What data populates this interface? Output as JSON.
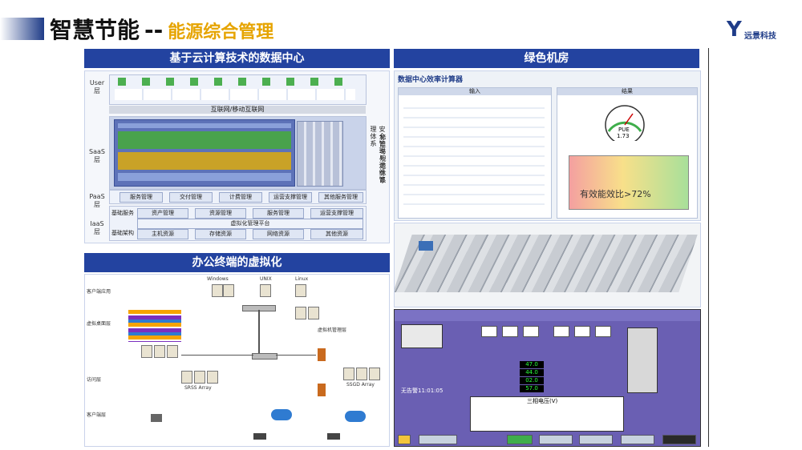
{
  "header": {
    "title_main": "智慧节能",
    "separator": "--",
    "title_sub": "能源综合管理",
    "logo_text": "远景科技",
    "logo_mark": "Y"
  },
  "panels": {
    "datacenter": {
      "title": "基于云计算技术的数据中心",
      "layers": [
        "User 层",
        "SaaS 层",
        "PaaS 层",
        "IaaS 层"
      ],
      "internet": "互联网/移动互联网",
      "paas_items": [
        "服务管理",
        "交付管理",
        "计费管理",
        "运营支撑管理",
        "其他服务管理"
      ],
      "iaas_row1": [
        "资产管理",
        "资源管理",
        "服务管理",
        "运营支撑管理"
      ],
      "iaas_virtual": "虚拟化管理平台",
      "iaas_row2": [
        "主机资源",
        "存储资源",
        "网络资源",
        "其他资源"
      ],
      "iaas_sub1": "基础服务",
      "iaas_sub2": "基础架构",
      "side_security": "安全管理与运维管理体系",
      "side_standard": "标准与规范体系"
    },
    "green": {
      "title": "绿色机房",
      "calc_title": "数据中心效率计算器",
      "input_hdr": "输入",
      "result_hdr": "结果",
      "pue_label": "PUE",
      "pue_value": "1.73",
      "efficiency_text": "有效能效比>72%"
    },
    "office": {
      "title": "办公终端的虚拟化",
      "os": [
        "Windows",
        "UNIX",
        "Linux"
      ],
      "labels": [
        "客户端应用",
        "虚拟桌面层",
        "访问层",
        "客户端层",
        "SRSS Array",
        "SSGD Array",
        "虚拟机管理层"
      ]
    },
    "monitor": {
      "readouts": [
        "47.0",
        "44.0",
        "02.0",
        "57.0"
      ],
      "status": "无告警11:01:05",
      "chart_label": "三相电压(V)"
    }
  },
  "colors": {
    "brand": "#1f3c88",
    "panel_header": "#2343a0",
    "accent_gold": "#e6a400"
  }
}
